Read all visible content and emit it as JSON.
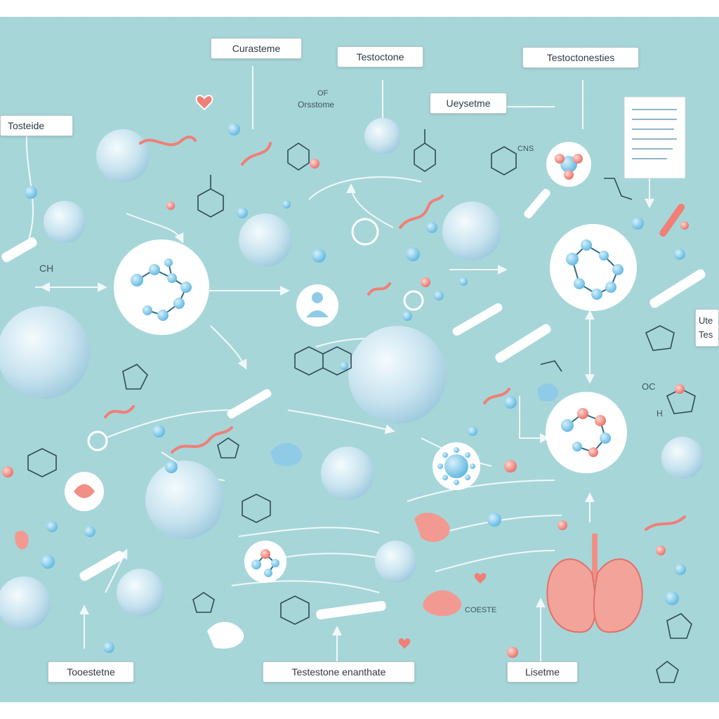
{
  "labels": {
    "top_left": "Tosteide",
    "top_center_left": "Curasteme",
    "top_center": "Testoctone",
    "mid_center_right": "Ueysetme",
    "top_right": "Testoctonesties",
    "right_edge": "Ute Tes",
    "bottom_left": "Tooestetne",
    "bottom_center": "Testestone enanthate",
    "bottom_right": "Lisetme"
  },
  "annotations": {
    "of_text": "OF",
    "orsstome_text": "Orsstome",
    "ch_text": "CH",
    "oc_text": "OC",
    "cns_text": "CNS",
    "h_text": "H",
    "coestr_text": "COESTE"
  },
  "colors": {
    "background": "#a7d6d9",
    "cell": "#c9e4ee",
    "node_blue": "#7cc6e6",
    "node_red": "#ef8f86",
    "accent_red": "#f07f76",
    "line": "#ffffff"
  }
}
